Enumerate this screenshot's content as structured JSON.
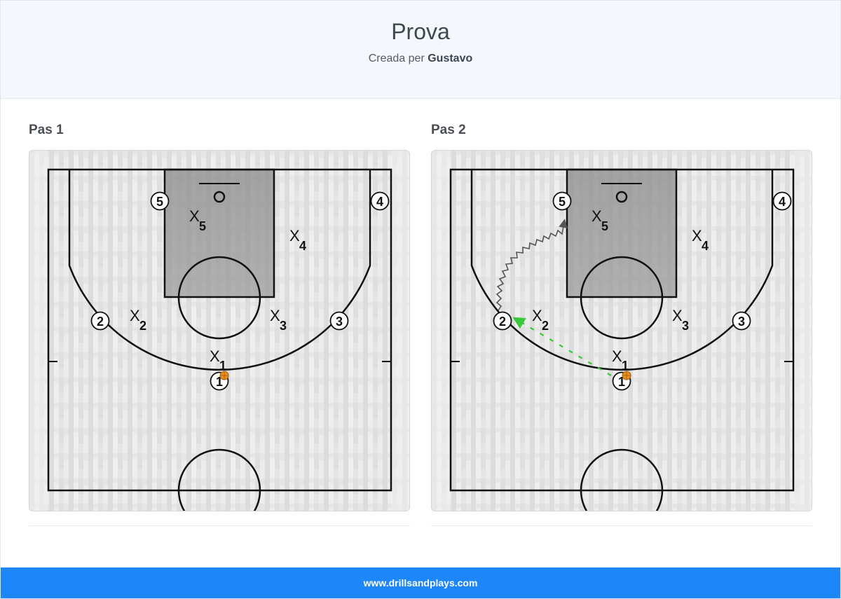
{
  "header": {
    "title": "Prova",
    "created_by_label": "Creada per",
    "author": "Gustavo"
  },
  "steps": [
    {
      "label": "Pas 1"
    },
    {
      "label": "Pas 2"
    }
  ],
  "court": {
    "offense_numbers": [
      "1",
      "2",
      "3",
      "4",
      "5"
    ],
    "defense_letter": "X",
    "defense_numbers": [
      "1",
      "2",
      "3",
      "4",
      "5"
    ]
  },
  "colors": {
    "header_bg": "#f4f8fd",
    "footer_bg": "#1d86f8",
    "pass_color": "#3cc83c",
    "dribble_color": "#555555",
    "ball_color": "#e8901c"
  },
  "footer": {
    "site": "www.drillsandplays.com"
  }
}
